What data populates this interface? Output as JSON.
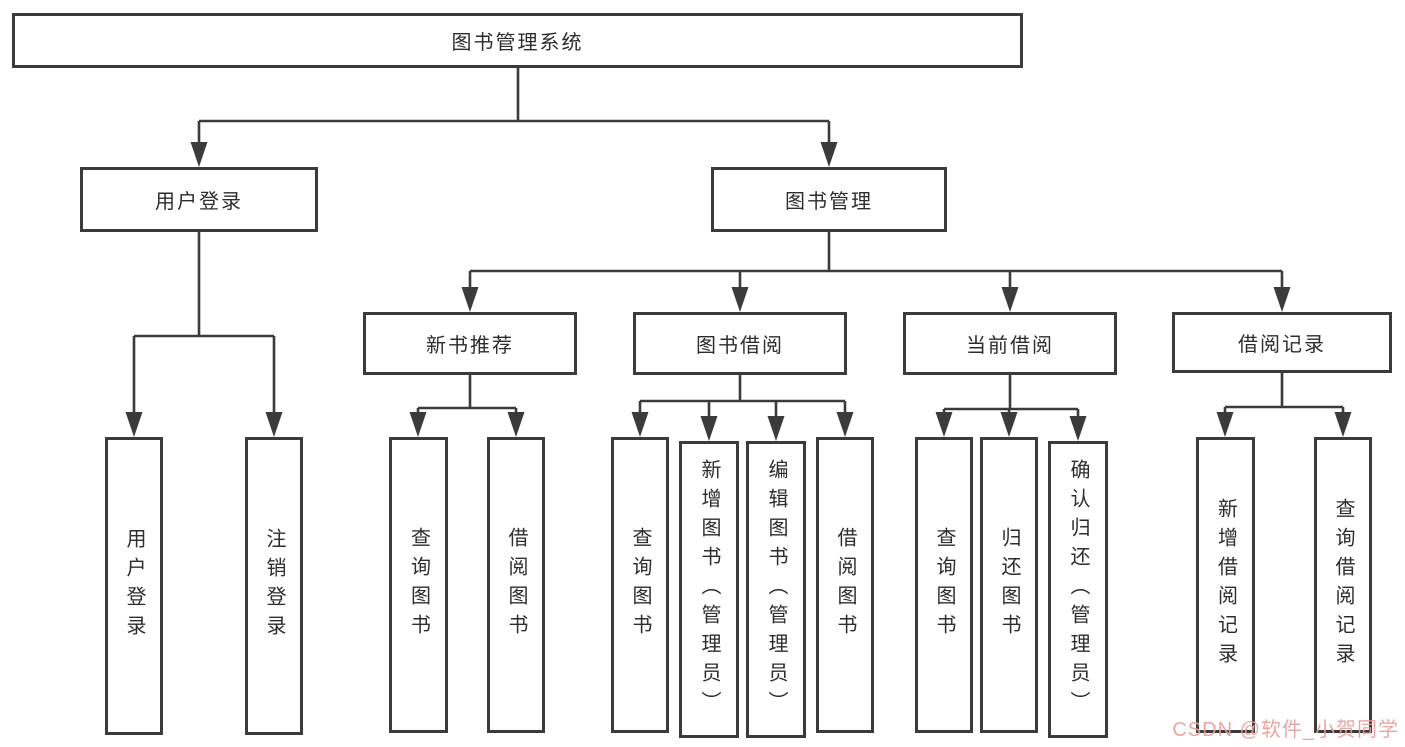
{
  "diagram": {
    "title": "图书管理系统",
    "colors": {
      "line": "#3b3b3b",
      "box_border": "#3b3b3b",
      "box_background": "#ffffff",
      "text": "#2d2d2d",
      "watermark": "#e7a09c"
    },
    "nodes": {
      "root": {
        "label": "图书管理系统"
      },
      "user_login": {
        "label": "用户登录"
      },
      "book_mgmt": {
        "label": "图书管理"
      },
      "new_book_rec": {
        "label": "新书推荐"
      },
      "book_borrow": {
        "label": "图书借阅"
      },
      "current_borrow": {
        "label": "当前借阅"
      },
      "borrow_record": {
        "label": "借阅记录"
      },
      "leaf_user_login": {
        "label": "用户登录"
      },
      "leaf_logout": {
        "label": "注销登录"
      },
      "leaf_rec_query_books": {
        "label": "查询图书"
      },
      "leaf_rec_borrow_books": {
        "label": "借阅图书"
      },
      "leaf_bor_query_books": {
        "label": "查询图书"
      },
      "leaf_bor_add_books": {
        "label": "新增图书（管理员）"
      },
      "leaf_bor_edit_books": {
        "label": "编辑图书（管理员）"
      },
      "leaf_bor_borrow_books": {
        "label": "借阅图书"
      },
      "leaf_cur_query_books": {
        "label": "查询图书"
      },
      "leaf_cur_return_books": {
        "label": "归还图书"
      },
      "leaf_cur_confirm_return": {
        "label": "确认归还（管理员）"
      },
      "leaf_record_add": {
        "label": "新增借阅记录"
      },
      "leaf_record_query": {
        "label": "查询借阅记录"
      }
    },
    "edges": [
      [
        "图书管理系统",
        "用户登录"
      ],
      [
        "图书管理系统",
        "图书管理"
      ],
      [
        "用户登录",
        "用户登录"
      ],
      [
        "用户登录",
        "注销登录"
      ],
      [
        "图书管理",
        "新书推荐"
      ],
      [
        "图书管理",
        "图书借阅"
      ],
      [
        "图书管理",
        "当前借阅"
      ],
      [
        "图书管理",
        "借阅记录"
      ],
      [
        "新书推荐",
        "查询图书"
      ],
      [
        "新书推荐",
        "借阅图书"
      ],
      [
        "图书借阅",
        "查询图书"
      ],
      [
        "图书借阅",
        "新增图书（管理员）"
      ],
      [
        "图书借阅",
        "编辑图书（管理员）"
      ],
      [
        "图书借阅",
        "借阅图书"
      ],
      [
        "当前借阅",
        "查询图书"
      ],
      [
        "当前借阅",
        "归还图书"
      ],
      [
        "当前借阅",
        "确认归还（管理员）"
      ],
      [
        "借阅记录",
        "新增借阅记录"
      ],
      [
        "借阅记录",
        "查询借阅记录"
      ]
    ]
  },
  "watermark": {
    "text": "CSDN @软件_小贺同学"
  }
}
